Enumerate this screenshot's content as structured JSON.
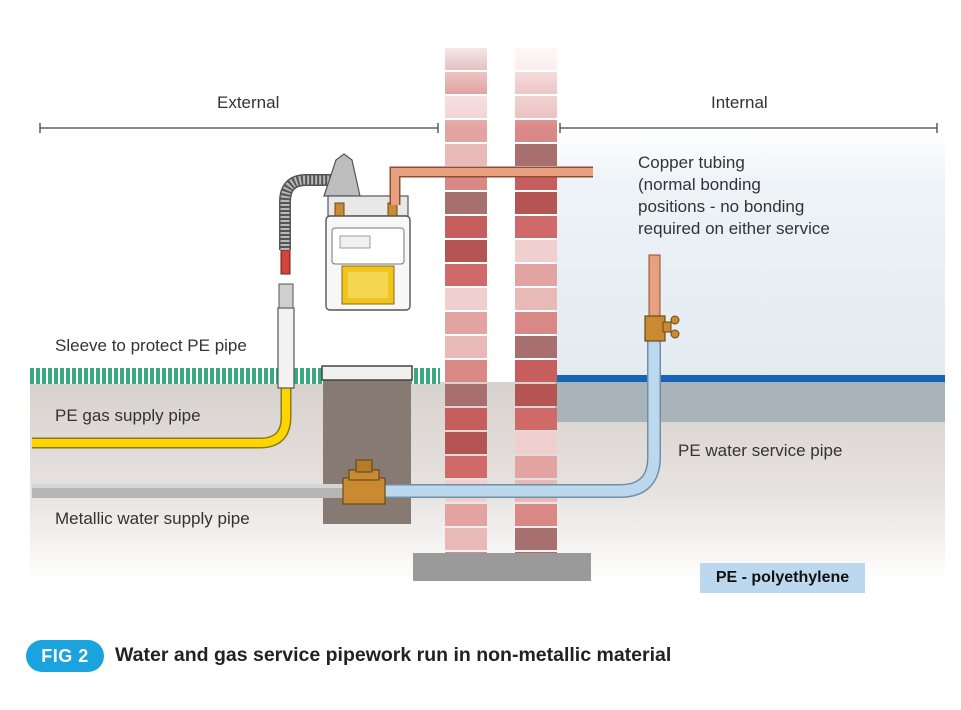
{
  "labels": {
    "external": "External",
    "internal": "Internal",
    "copper_tubing_lines": [
      "Copper tubing",
      "(normal bonding",
      "positions - no bonding",
      "required on either service"
    ],
    "sleeve": "Sleeve to protect PE pipe",
    "pe_gas": "PE gas supply pipe",
    "metallic_water": "Metallic water supply pipe",
    "pe_water": "PE water service pipe",
    "pe_key": "PE - polyethylene"
  },
  "figure": {
    "badge": "FIG 2",
    "title": "Water and gas service pipework run in non-metallic material"
  },
  "colors": {
    "badge_bg": "#1aa3dc",
    "pe_blue": "#bcd8ef",
    "gas_yellow": "#ffd500",
    "copper": "#e8a07e",
    "brick": "#d06a68",
    "brass": "#c98a32",
    "interior_wall": "#e8eff4",
    "grass": "#3aa97f",
    "floor_blue": "#1664b8"
  }
}
